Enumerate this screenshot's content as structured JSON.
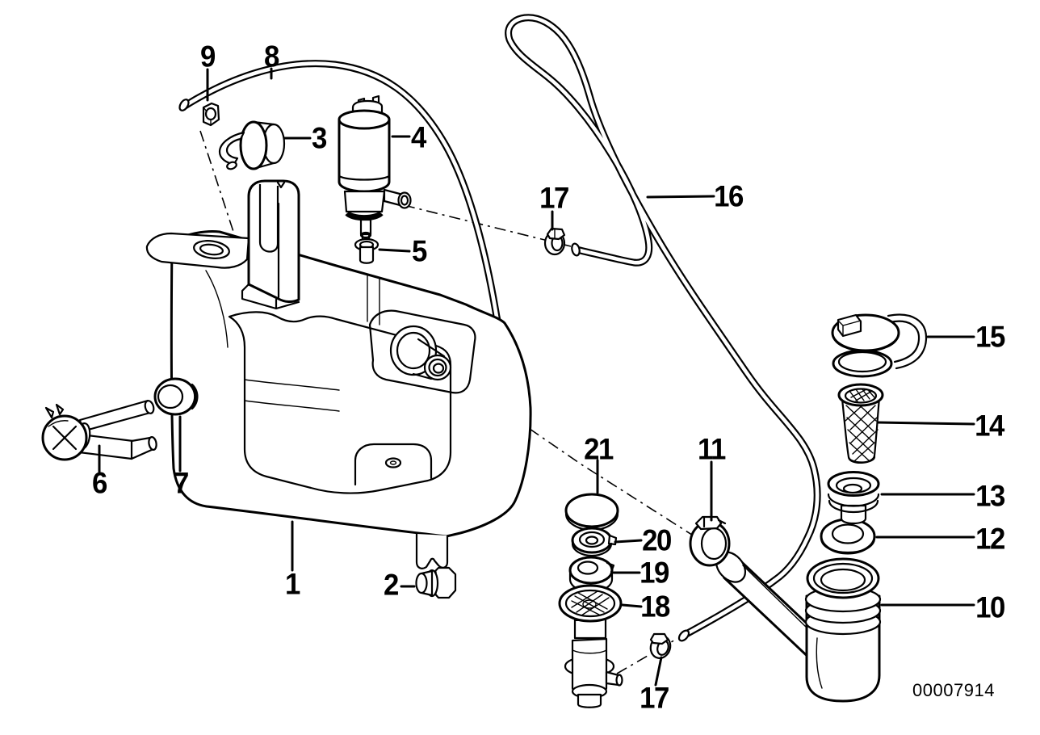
{
  "figure": {
    "image_number": "00007914",
    "background_color": "#ffffff",
    "line_color": "#000000"
  },
  "callouts": [
    {
      "label": "1"
    },
    {
      "label": "2"
    },
    {
      "label": "3"
    },
    {
      "label": "4"
    },
    {
      "label": "5"
    },
    {
      "label": "6"
    },
    {
      "label": "7"
    },
    {
      "label": "8"
    },
    {
      "label": "9"
    },
    {
      "label": "10"
    },
    {
      "label": "11"
    },
    {
      "label": "12"
    },
    {
      "label": "13"
    },
    {
      "label": "14"
    },
    {
      "label": "15"
    },
    {
      "label": "16"
    },
    {
      "label": "17"
    },
    {
      "label": "17"
    },
    {
      "label": "18"
    },
    {
      "label": "19"
    },
    {
      "label": "20"
    },
    {
      "label": "21"
    }
  ]
}
